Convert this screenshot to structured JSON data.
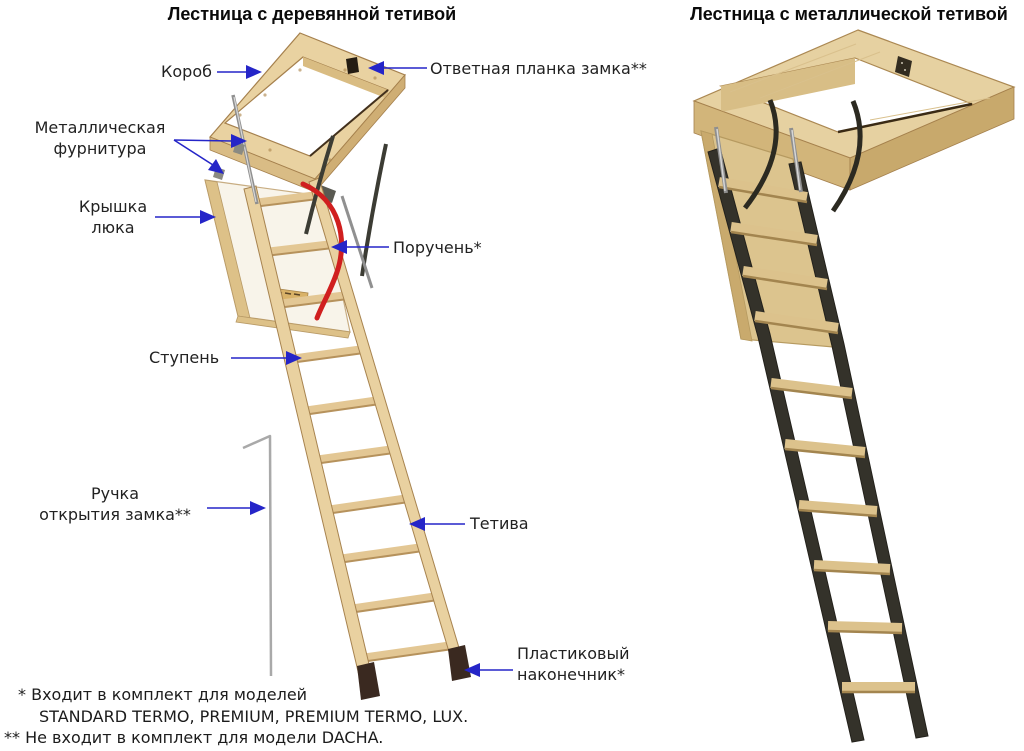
{
  "left_diagram": {
    "title": "Лестница с деревянной тетивой",
    "labels": {
      "korob": "Короб",
      "strike_plate": "Ответная планка замка**",
      "hardware_line1": "Металлическая",
      "hardware_line2": "фурнитура",
      "hatch_line1": "Крышка",
      "hatch_line2": "люка",
      "handrail": "Поручень*",
      "step": "Ступень",
      "lock_handle_line1": "Ручка",
      "lock_handle_line2": "открытия замка**",
      "stringer": "Тетива",
      "tip_line1": "Пластиковый",
      "tip_line2": "наконечник*"
    }
  },
  "right_diagram": {
    "title": "Лестница с металлической тетивой"
  },
  "footnotes": {
    "note1_line1": "* Входит в комплект для моделей",
    "note1_line2": "STANDARD TERMO, PREMIUM, PREMIUM TERMO, LUX.",
    "note2": "** Не входит в комплект для модели DACHA."
  },
  "colors": {
    "arrow_blue": "#2525c8",
    "handrail_red": "#d01f1f",
    "wood_light": "#e9d2a1",
    "wood_shadow": "#d2b57a",
    "metal_stringer": "#34322a",
    "hatch_white": "#f8f4ea",
    "plastic_tip_brown": "#3a2920",
    "text_dark": "#202020"
  }
}
